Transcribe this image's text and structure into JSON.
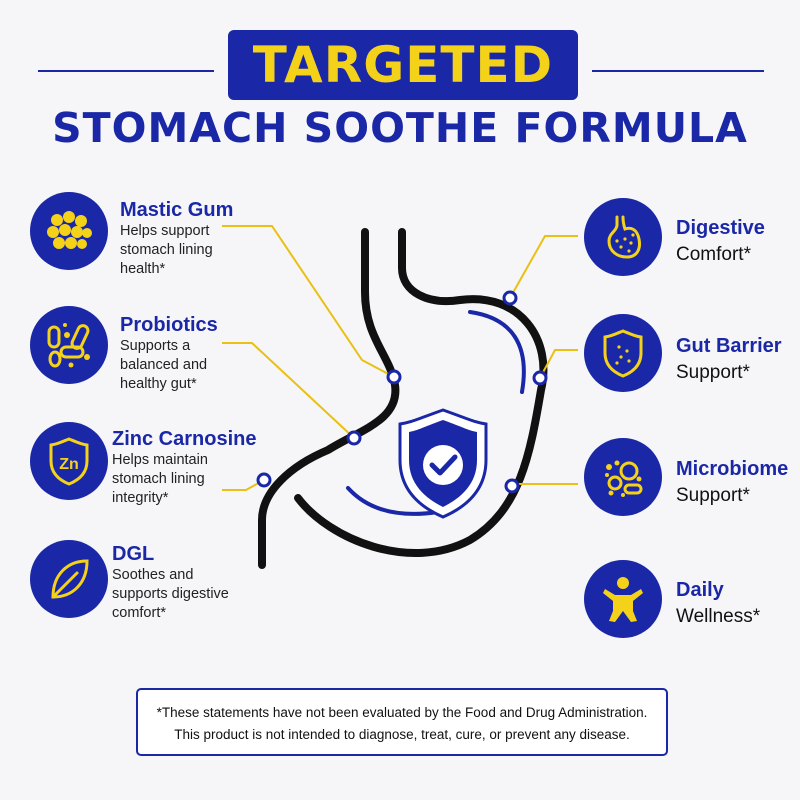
{
  "header": {
    "badge": "TARGETED",
    "title": "STOMACH SOOTHE FORMULA"
  },
  "ingredients": [
    {
      "icon": "mastic-gum-icon",
      "name": "Mastic Gum",
      "description": "Helps support stomach lining health*"
    },
    {
      "icon": "probiotics-icon",
      "name": "Probiotics",
      "description": "Supports a balanced and healthy gut*"
    },
    {
      "icon": "zinc-shield-icon",
      "name": "Zinc Carnosine",
      "description": "Helps maintain stomach lining integrity*"
    },
    {
      "icon": "leaf-icon",
      "name": "DGL",
      "description": "Soothes and supports digestive comfort*"
    }
  ],
  "zinc_icon_text": "Zn",
  "benefits": [
    {
      "icon": "stomach-icon",
      "line1": "Digestive",
      "line2": "Comfort*"
    },
    {
      "icon": "shield-icon",
      "line1": "Gut Barrier",
      "line2": "Support*"
    },
    {
      "icon": "microbiome-icon",
      "line1": "Microbiome",
      "line2": "Support*"
    },
    {
      "icon": "person-icon",
      "line1": "Daily",
      "line2": "Wellness*"
    }
  ],
  "disclaimer": {
    "line1": "*These statements have not been evaluated by the Food and Drug Administration.",
    "line2": "This product is not intended to diagnose, treat, cure, or prevent any disease."
  },
  "colors": {
    "primary": "#1a27a6",
    "accent": "#f5d21a",
    "outline": "#111111",
    "background": "#f6f6f8"
  }
}
